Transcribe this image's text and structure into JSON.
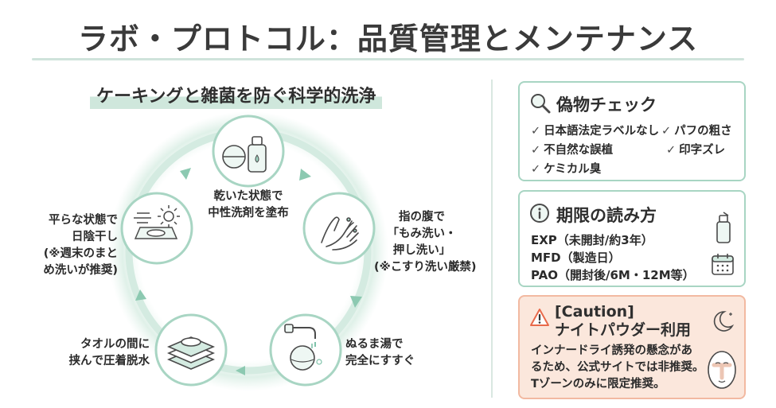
{
  "header": {
    "title": "ラボ・プロトコル：品質管理とメンテナンス"
  },
  "cycle": {
    "title": "ケーキングと雑菌を防ぐ科学的洗浄",
    "steps": [
      {
        "lines": [
          "乾いた状態で",
          "中性洗剤を塗布"
        ],
        "icon": "detergent-bottle-icon"
      },
      {
        "lines": [
          "指の腹で",
          "「もみ洗い・",
          "押し洗い」",
          "(※こすり洗い厳禁)"
        ],
        "icon": "hands-washing-icon"
      },
      {
        "lines": [
          "ぬるま湯で",
          "完全にすすぐ"
        ],
        "icon": "faucet-rinse-icon"
      },
      {
        "lines": [
          "タオルの間に",
          "挟んで圧着脱水"
        ],
        "icon": "towel-stack-icon"
      },
      {
        "lines": [
          "平らな状態で",
          "日陰干し",
          "(※週末のまと",
          "め洗いが推奨)"
        ],
        "icon": "sun-dry-icon"
      }
    ]
  },
  "fake_check": {
    "title": "偽物チェック",
    "icon": "magnifier-icon",
    "check_mark": "✓",
    "items": [
      "日本語法定ラベルなし",
      "パフの粗さ",
      "不自然な誤植",
      "印字ズレ",
      "ケミカル臭"
    ]
  },
  "expiry": {
    "title": "期限の読み方",
    "icon": "info-icon",
    "lines": [
      "EXP（未開封/約3年）",
      "MFD（製造日）",
      "PAO（開封後/6M・12M等）"
    ]
  },
  "caution": {
    "title_line1": "[Caution]",
    "title_line2": "ナイトパウダー利用",
    "body_lines": [
      "インナードライ誘発の懸念があ",
      "るため、公式サイトでは非推奨。",
      "Tゾーンのみに限定推奨。"
    ]
  },
  "colors": {
    "accent": "#a8d5c3",
    "ring": "#cfe7dc",
    "arrow": "#8cc9b1",
    "caution_bg": "#fbe7dc",
    "caution_border": "#f2b9a1",
    "warning": "#e8694a"
  }
}
